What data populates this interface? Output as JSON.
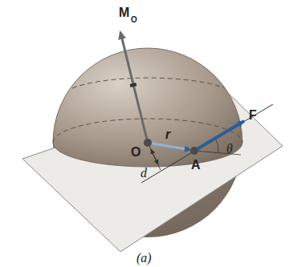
{
  "diagram": {
    "caption": "(a)",
    "labels": [
      "M",
      "O",
      "O",
      "r",
      "A",
      "F",
      "θ",
      "d"
    ]
  }
}
